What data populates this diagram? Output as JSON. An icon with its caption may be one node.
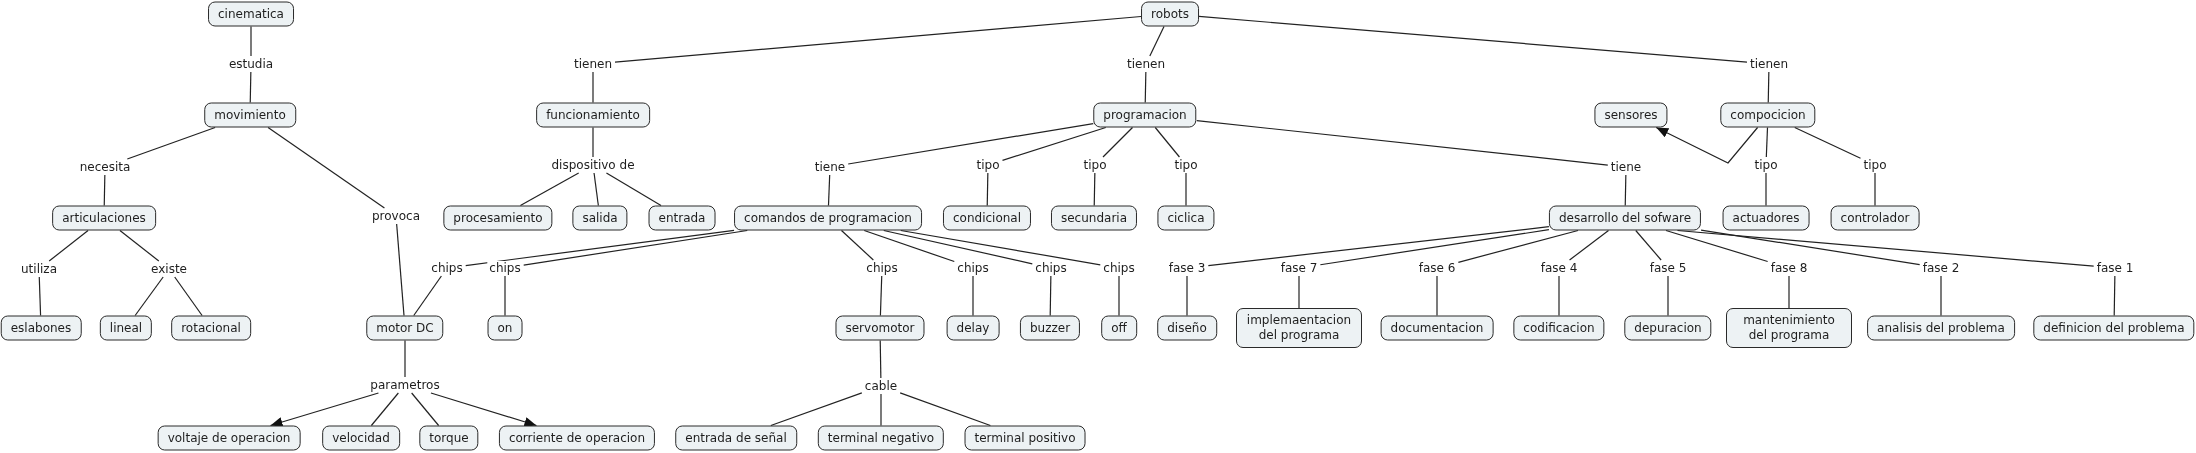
{
  "diagram": {
    "nodes": [
      {
        "text": [
          "cinematica"
        ]
      },
      {
        "text": [
          "robots"
        ]
      },
      {
        "text": [
          "estudia"
        ]
      },
      {
        "text": [
          "tienen"
        ]
      },
      {
        "text": [
          "tienen"
        ]
      },
      {
        "text": [
          "tienen"
        ]
      },
      {
        "text": [
          "movimiento"
        ]
      },
      {
        "text": [
          "funcionamiento"
        ]
      },
      {
        "text": [
          "programacion"
        ]
      },
      {
        "text": [
          "sensores"
        ]
      },
      {
        "text": [
          "compocicion"
        ]
      },
      {
        "text": [
          "necesita"
        ]
      },
      {
        "text": [
          "dispositivo de"
        ]
      },
      {
        "text": [
          "tiene"
        ]
      },
      {
        "text": [
          "tipo"
        ]
      },
      {
        "text": [
          "tipo"
        ]
      },
      {
        "text": [
          "tipo"
        ]
      },
      {
        "text": [
          "tiene"
        ]
      },
      {
        "text": [
          "tipo"
        ]
      },
      {
        "text": [
          "tipo"
        ]
      },
      {
        "text": [
          "articulaciones"
        ]
      },
      {
        "text": [
          "provoca"
        ]
      },
      {
        "text": [
          "procesamiento"
        ]
      },
      {
        "text": [
          "salida"
        ]
      },
      {
        "text": [
          "entrada"
        ]
      },
      {
        "text": [
          "comandos de programacion"
        ]
      },
      {
        "text": [
          "condicional"
        ]
      },
      {
        "text": [
          "secundaria"
        ]
      },
      {
        "text": [
          "ciclica"
        ]
      },
      {
        "text": [
          "desarrollo del sofware"
        ]
      },
      {
        "text": [
          "actuadores"
        ]
      },
      {
        "text": [
          "controlador"
        ]
      },
      {
        "text": [
          "utiliza"
        ]
      },
      {
        "text": [
          "existe"
        ]
      },
      {
        "text": [
          "chips"
        ]
      },
      {
        "text": [
          "chips"
        ]
      },
      {
        "text": [
          "chips"
        ]
      },
      {
        "text": [
          "chips"
        ]
      },
      {
        "text": [
          "chips"
        ]
      },
      {
        "text": [
          "chips"
        ]
      },
      {
        "text": [
          "fase 3"
        ]
      },
      {
        "text": [
          "fase 7"
        ]
      },
      {
        "text": [
          "fase 6"
        ]
      },
      {
        "text": [
          "fase 4"
        ]
      },
      {
        "text": [
          "fase 5"
        ]
      },
      {
        "text": [
          "fase 8"
        ]
      },
      {
        "text": [
          "fase 2"
        ]
      },
      {
        "text": [
          "fase 1"
        ]
      },
      {
        "text": [
          "eslabones"
        ]
      },
      {
        "text": [
          "lineal"
        ]
      },
      {
        "text": [
          "rotacional"
        ]
      },
      {
        "text": [
          "motor DC"
        ]
      },
      {
        "text": [
          "on"
        ]
      },
      {
        "text": [
          "servomotor"
        ]
      },
      {
        "text": [
          "delay"
        ]
      },
      {
        "text": [
          "buzzer"
        ]
      },
      {
        "text": [
          "off"
        ]
      },
      {
        "text": [
          "diseño"
        ]
      },
      {
        "text": [
          "implemaentacion del programa"
        ]
      },
      {
        "text": [
          "documentacion"
        ]
      },
      {
        "text": [
          "codificacion"
        ]
      },
      {
        "text": [
          "depuracion"
        ]
      },
      {
        "text": [
          "mantenimiento del programa"
        ]
      },
      {
        "text": [
          "analisis del problema"
        ]
      },
      {
        "text": [
          "definicion del problema"
        ]
      },
      {
        "text": [
          "parametros"
        ]
      },
      {
        "text": [
          "cable"
        ]
      },
      {
        "text": [
          "voltaje de operacion"
        ]
      },
      {
        "text": [
          "velocidad"
        ]
      },
      {
        "text": [
          "torque"
        ]
      },
      {
        "text": [
          "corriente de operacion"
        ]
      },
      {
        "text": [
          "entrada de señal"
        ]
      },
      {
        "text": [
          "terminal negativo"
        ]
      },
      {
        "text": [
          "terminal positivo"
        ]
      }
    ],
    "edges": [
      {
        "from": 0,
        "to": 2,
        "arrow": "none"
      },
      {
        "from": 2,
        "to": 6,
        "arrow": "none"
      },
      {
        "from": 1,
        "to": 3,
        "arrow": "none"
      },
      {
        "from": 3,
        "to": 7,
        "arrow": "none"
      },
      {
        "from": 1,
        "to": 4,
        "arrow": "none"
      },
      {
        "from": 4,
        "to": 8,
        "arrow": "none"
      },
      {
        "from": 1,
        "to": 5,
        "arrow": "none"
      },
      {
        "from": 5,
        "to": 10,
        "arrow": "none"
      },
      {
        "from": 6,
        "to": 11,
        "arrow": "none"
      },
      {
        "from": 11,
        "to": 20,
        "arrow": "none"
      },
      {
        "from": 6,
        "to": 21,
        "arrow": "none"
      },
      {
        "from": 21,
        "to": 51,
        "arrow": "none"
      },
      {
        "from": 7,
        "to": 12,
        "arrow": "none"
      },
      {
        "from": 12,
        "to": 22,
        "arrow": "none"
      },
      {
        "from": 12,
        "to": 23,
        "arrow": "none"
      },
      {
        "from": 12,
        "to": 24,
        "arrow": "none"
      },
      {
        "from": 8,
        "to": 13,
        "arrow": "none"
      },
      {
        "from": 13,
        "to": 25,
        "arrow": "none"
      },
      {
        "from": 8,
        "to": 14,
        "arrow": "none"
      },
      {
        "from": 14,
        "to": 26,
        "arrow": "none"
      },
      {
        "from": 8,
        "to": 15,
        "arrow": "none"
      },
      {
        "from": 15,
        "to": 27,
        "arrow": "none"
      },
      {
        "from": 8,
        "to": 16,
        "arrow": "none"
      },
      {
        "from": 16,
        "to": 28,
        "arrow": "none"
      },
      {
        "from": 8,
        "to": 17,
        "arrow": "none"
      },
      {
        "from": 17,
        "to": 29,
        "arrow": "none"
      },
      {
        "from": 10,
        "to": 9,
        "arrow": "to"
      },
      {
        "from": 10,
        "to": 18,
        "arrow": "none"
      },
      {
        "from": 18,
        "to": 30,
        "arrow": "none"
      },
      {
        "from": 10,
        "to": 19,
        "arrow": "none"
      },
      {
        "from": 19,
        "to": 31,
        "arrow": "none"
      },
      {
        "from": 20,
        "to": 32,
        "arrow": "none"
      },
      {
        "from": 32,
        "to": 48,
        "arrow": "none"
      },
      {
        "from": 20,
        "to": 33,
        "arrow": "none"
      },
      {
        "from": 33,
        "to": 49,
        "arrow": "none"
      },
      {
        "from": 33,
        "to": 50,
        "arrow": "none"
      },
      {
        "from": 25,
        "to": 34,
        "arrow": "none"
      },
      {
        "from": 34,
        "to": 51,
        "arrow": "none"
      },
      {
        "from": 25,
        "to": 35,
        "arrow": "none"
      },
      {
        "from": 35,
        "to": 52,
        "arrow": "none"
      },
      {
        "from": 25,
        "to": 36,
        "arrow": "none"
      },
      {
        "from": 36,
        "to": 53,
        "arrow": "none"
      },
      {
        "from": 25,
        "to": 37,
        "arrow": "none"
      },
      {
        "from": 37,
        "to": 54,
        "arrow": "none"
      },
      {
        "from": 25,
        "to": 38,
        "arrow": "none"
      },
      {
        "from": 38,
        "to": 55,
        "arrow": "none"
      },
      {
        "from": 25,
        "to": 39,
        "arrow": "none"
      },
      {
        "from": 39,
        "to": 56,
        "arrow": "none"
      },
      {
        "from": 29,
        "to": 40,
        "arrow": "none"
      },
      {
        "from": 40,
        "to": 57,
        "arrow": "none"
      },
      {
        "from": 29,
        "to": 41,
        "arrow": "none"
      },
      {
        "from": 41,
        "to": 58,
        "arrow": "none"
      },
      {
        "from": 29,
        "to": 42,
        "arrow": "none"
      },
      {
        "from": 42,
        "to": 59,
        "arrow": "none"
      },
      {
        "from": 29,
        "to": 43,
        "arrow": "none"
      },
      {
        "from": 43,
        "to": 60,
        "arrow": "none"
      },
      {
        "from": 29,
        "to": 44,
        "arrow": "none"
      },
      {
        "from": 44,
        "to": 61,
        "arrow": "none"
      },
      {
        "from": 29,
        "to": 45,
        "arrow": "none"
      },
      {
        "from": 45,
        "to": 62,
        "arrow": "none"
      },
      {
        "from": 29,
        "to": 46,
        "arrow": "none"
      },
      {
        "from": 46,
        "to": 63,
        "arrow": "none"
      },
      {
        "from": 29,
        "to": 47,
        "arrow": "none"
      },
      {
        "from": 47,
        "to": 64,
        "arrow": "none"
      },
      {
        "from": 51,
        "to": 65,
        "arrow": "none"
      },
      {
        "from": 65,
        "to": 67,
        "arrow": "to"
      },
      {
        "from": 65,
        "to": 68,
        "arrow": "none"
      },
      {
        "from": 65,
        "to": 69,
        "arrow": "none"
      },
      {
        "from": 65,
        "to": 70,
        "arrow": "to"
      },
      {
        "from": 53,
        "to": 66,
        "arrow": "none"
      },
      {
        "from": 66,
        "to": 71,
        "arrow": "none"
      },
      {
        "from": 66,
        "to": 72,
        "arrow": "none"
      },
      {
        "from": 66,
        "to": 73,
        "arrow": "none"
      }
    ]
  }
}
